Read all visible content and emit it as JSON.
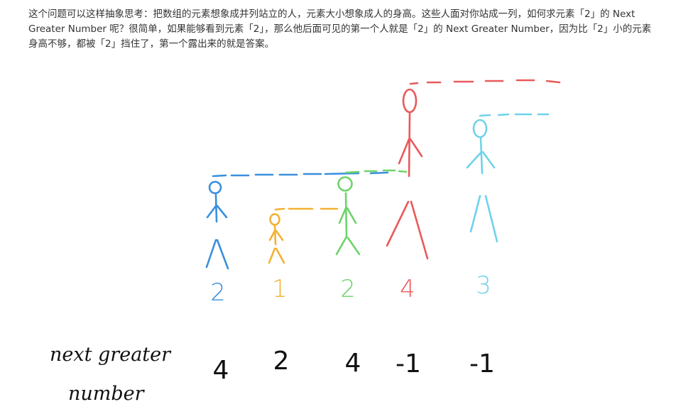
{
  "paragraph": "这个问题可以这样抽象思考：把数组的元素想象成并列站立的人，元素大小想象成人的身高。这些人面对你站成一列，如何求元素「2」的 Next Greater Number 呢？很简单，如果能够看到元素「2」，那么他后面可见的第一个人就是「2」的 Next Greater Number，因为比「2」小的元素身高不够，都被「2」挡住了，第一个露出来的就是答案。",
  "people": [
    {
      "value": "2",
      "color": "#3a8fde"
    },
    {
      "value": "1",
      "color": "#f2b134"
    },
    {
      "value": "2",
      "color": "#6ed36b"
    },
    {
      "value": "4",
      "color": "#e85a5a"
    },
    {
      "value": "3",
      "color": "#6fd2ea"
    }
  ],
  "row_label_line1": "next greater",
  "row_label_line2": "number",
  "answers": [
    "4",
    "2",
    "4",
    "-1",
    "-1"
  ]
}
